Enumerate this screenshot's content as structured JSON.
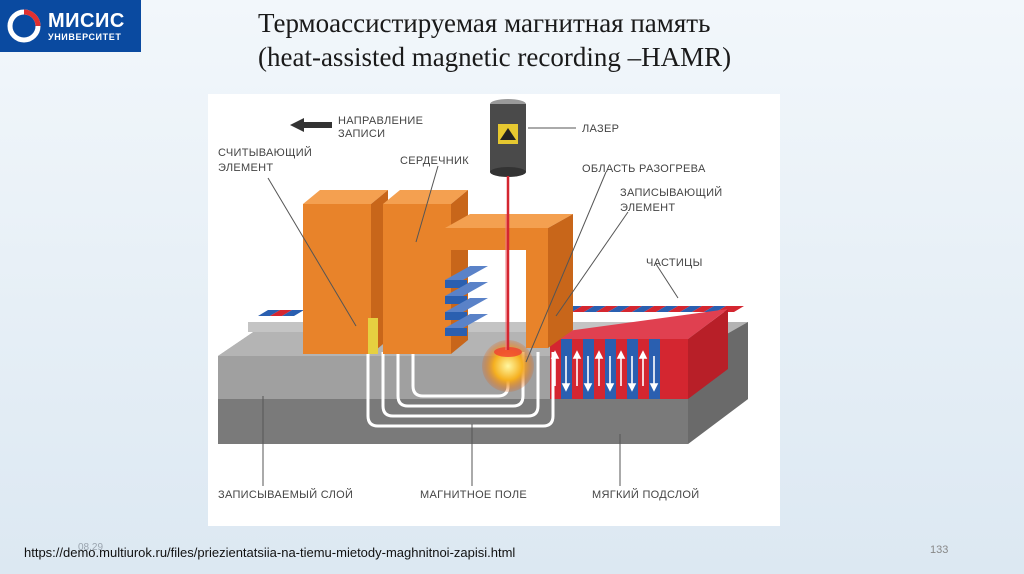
{
  "logo": {
    "main": "МИСИС",
    "sub": "УНИВЕРСИТЕТ"
  },
  "title": {
    "line1": "Термоассистируемая магнитная память",
    "line2": "(heat-assisted magnetic recording –HAMR)"
  },
  "labels": {
    "direction1": "НАПРАВЛЕНИЕ",
    "direction2": "ЗАПИСИ",
    "read1": "СЧИТЫВАЮЩИЙ",
    "read2": "ЭЛЕМЕНТ",
    "core": "СЕРДЕЧНИК",
    "laser": "ЛАЗЕР",
    "heat": "ОБЛАСТЬ РАЗОГРЕВА",
    "write1": "ЗАПИСЫВАЮЩИЙ",
    "write2": "ЭЛЕМЕНТ",
    "particles": "ЧАСТИЦЫ",
    "layer": "ЗАПИСЫВАЕМЫЙ СЛОЙ",
    "field": "МАГНИТНОЕ ПОЛЕ",
    "soft": "МЯГКИЙ ПОДСЛОЙ"
  },
  "colors": {
    "orange": "#e8832a",
    "orange_dark": "#c8661a",
    "red": "#d42630",
    "blue": "#2a5fb0"
  },
  "footer": {
    "link": "https://demo.multiurok.ru/files/priezientatsiia-na-tiemu-mietody-maghnitnoi-zapisi.html",
    "date": "08.29",
    "page": "133"
  }
}
